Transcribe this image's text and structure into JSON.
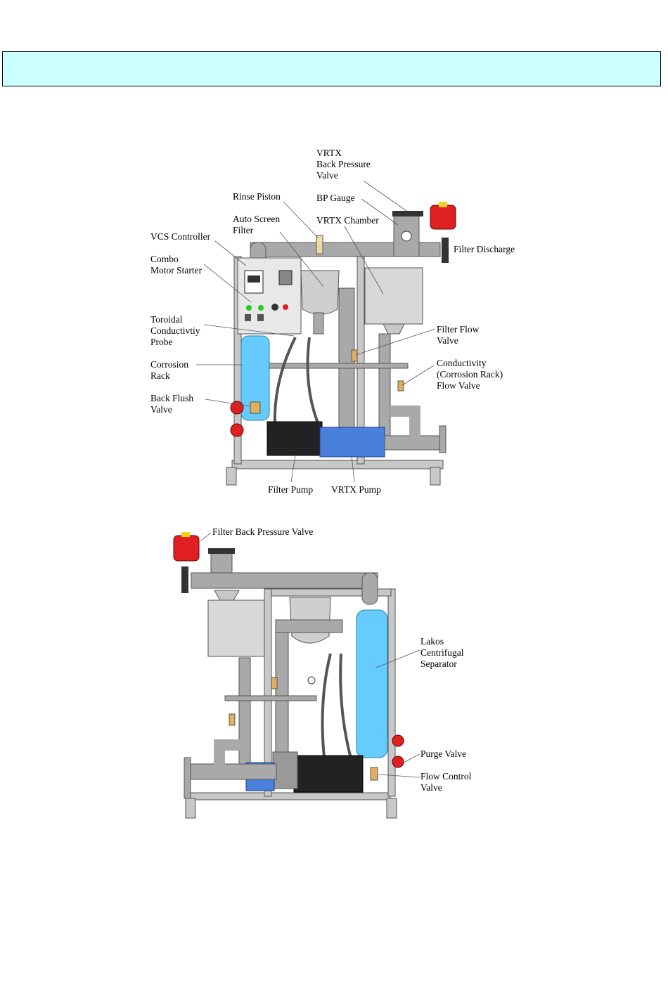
{
  "header_banner": {
    "text": "",
    "color": "#ccffff"
  },
  "colors": {
    "frame": "#c8c8c8",
    "pipe": "#a9a9a9",
    "chamber": "#d8d8d8",
    "separator": "#66ccff",
    "pump_blue": "#4a7fdc",
    "motor": "#222222",
    "valve_red": "#e02020",
    "valve_yellow": "#f0d020"
  },
  "diagram_1": {
    "labels": {
      "vrtx_bp_valve": "VRTX\nBack Pressure\nValve",
      "rinse_piston": "Rinse Piston",
      "bp_gauge": "BP Gauge",
      "auto_screen_filter": "Auto Screen\nFilter",
      "vrtx_chamber": "VRTX Chamber",
      "vcs_controller": "VCS Controller",
      "combo_motor_starter": "Combo\nMotor Starter",
      "filter_discharge": "Filter Discharge",
      "toroidal_probe": "Toroidal\nConductivtiy\nProbe",
      "filter_flow_valve": "Filter Flow\nValve",
      "corrosion_rack": "Corrosion\nRack",
      "conductivity_flow_valve": "Conductivity\n(Corrosion Rack)\nFlow Valve",
      "back_flush_valve": "Back Flush\nValve",
      "filter_pump": "Filter Pump",
      "vrtx_pump": "VRTX Pump"
    }
  },
  "diagram_2": {
    "labels": {
      "filter_bp_valve": "Filter Back Pressure Valve",
      "lakos_separator": "Lakos\nCentrifugal\nSeparator",
      "purge_valve": "Purge Valve",
      "flow_control_valve": "Flow Control\nValve"
    }
  }
}
